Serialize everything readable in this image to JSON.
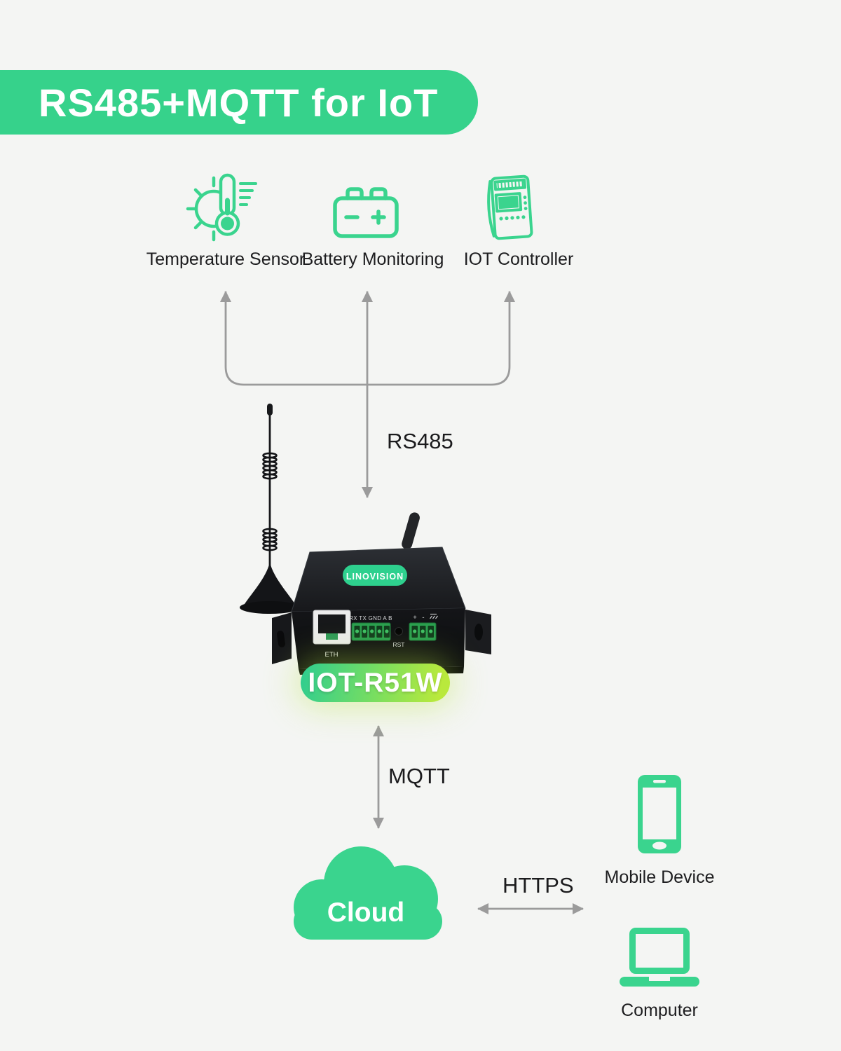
{
  "title": "RS485+MQTT for IoT",
  "sensors": {
    "items": [
      {
        "label": "Temperature Sensor"
      },
      {
        "label": "Battery Monitoring"
      },
      {
        "label": "IOT Controller"
      }
    ]
  },
  "connections": {
    "serial": "RS485",
    "mqtt": "MQTT",
    "https": "HTTPS"
  },
  "gateway": {
    "brand": "LINOVISION",
    "model": "IOT-R51W",
    "panel": {
      "eth": "ETH",
      "serial_pins": "RX TX GND A  B",
      "reset": "RST",
      "power_plus": "+",
      "power_minus": "-"
    }
  },
  "cloud": {
    "label": "Cloud"
  },
  "clients": {
    "items": [
      {
        "label": "Mobile Device"
      },
      {
        "label": "Computer"
      }
    ]
  },
  "colors": {
    "accent_green": "#36d28b",
    "icon_green": "#3ad48e",
    "model_gradient_start": "#2ecd90",
    "model_gradient_end": "#b9e93c",
    "arrow_gray": "#9b9b9b",
    "background": "#f4f5f3",
    "device_black": "#17181b",
    "text_dark": "#1d1d1f"
  }
}
